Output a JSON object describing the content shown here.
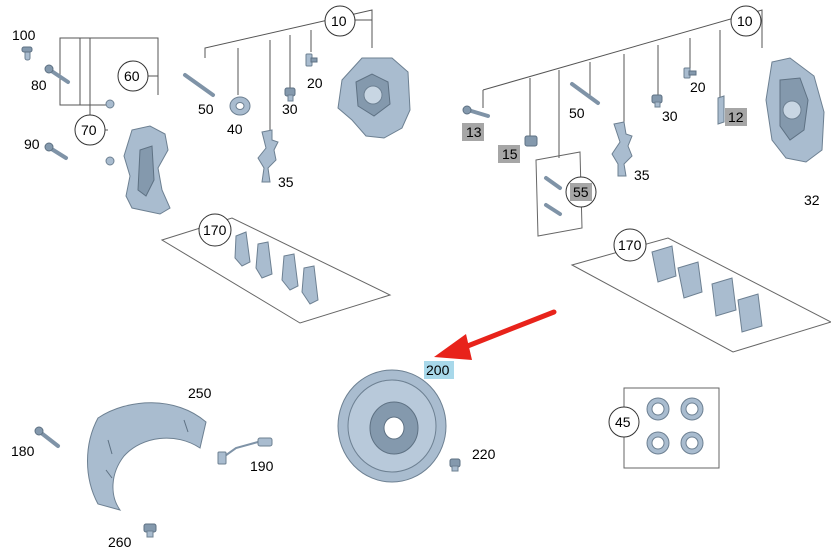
{
  "callouts": {
    "c100": "100",
    "c80": "80",
    "c90": "90",
    "c60": "60",
    "c70": "70",
    "c10_left": "10",
    "c50_left": "50",
    "c40": "40",
    "c30_left": "30",
    "c20_left": "20",
    "c35_left": "35",
    "c170_left": "170",
    "c10_right": "10",
    "c13": "13",
    "c15": "15",
    "c50_right": "50",
    "c30_right": "30",
    "c20_right": "20",
    "c12": "12",
    "c55": "55",
    "c35_right": "35",
    "c32": "32",
    "c170_right": "170",
    "c200": "200",
    "c250": "250",
    "c180": "180",
    "c190": "190",
    "c220": "220",
    "c45": "45",
    "c260": "260"
  },
  "highlight": {
    "selected_part": "200",
    "arrow_color": "#e8231b",
    "highlight_color": "#a8d8ea"
  },
  "colors": {
    "part_fill": "#a9bccf",
    "grey_label_bg": "#a6a6a6"
  }
}
